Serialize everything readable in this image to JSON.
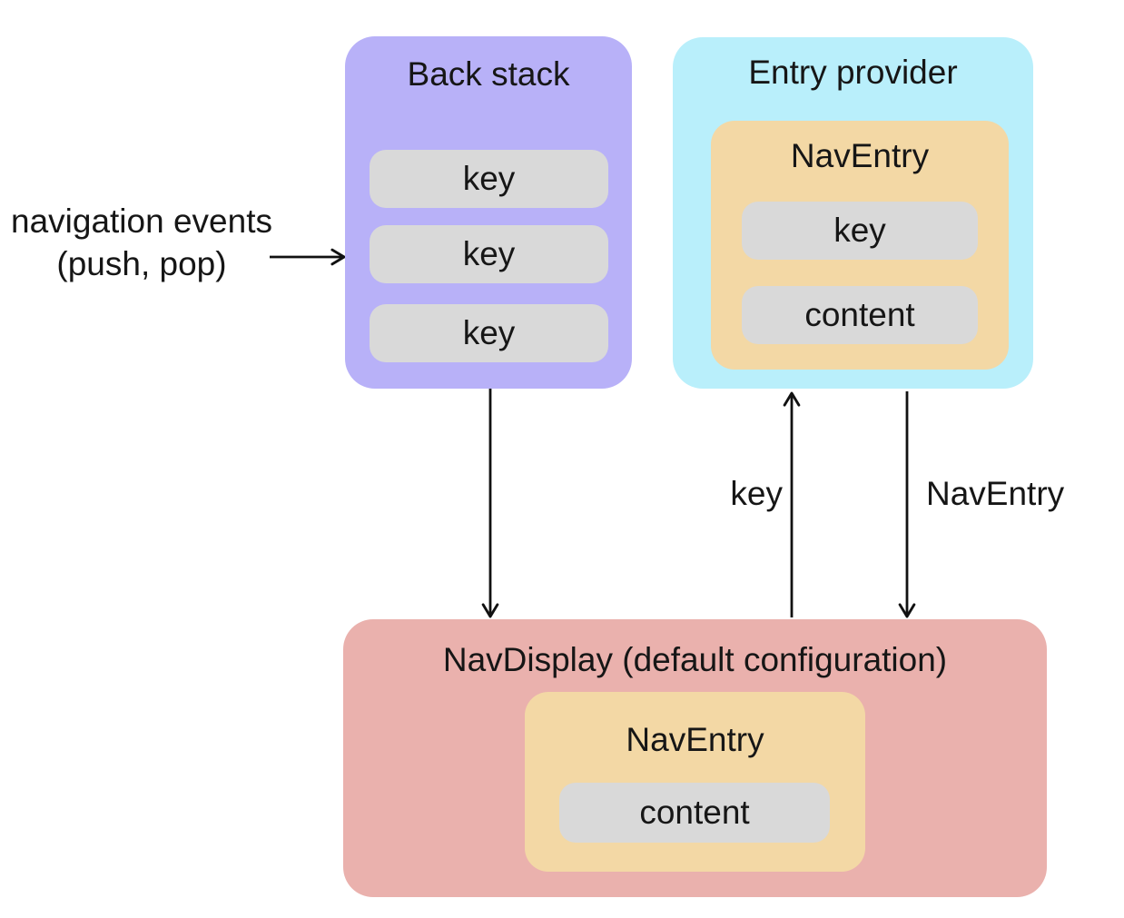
{
  "diagram": {
    "external_label": {
      "line1": "navigation events",
      "line2": "(push, pop)"
    },
    "back_stack": {
      "title": "Back stack",
      "keys": [
        "key",
        "key",
        "key"
      ]
    },
    "entry_provider": {
      "title": "Entry provider",
      "nav_entry": {
        "title": "NavEntry",
        "slots": [
          "key",
          "content"
        ]
      }
    },
    "nav_display": {
      "title": "NavDisplay (default configuration)",
      "nav_entry": {
        "title": "NavEntry",
        "slots": [
          "content"
        ]
      }
    },
    "arrow_labels": {
      "key": "key",
      "nav_entry": "NavEntry"
    },
    "colors": {
      "back_stack_fill": "#b8b1f8",
      "entry_provider_fill": "#b9effb",
      "nav_entry_fill": "#f3d8a5",
      "nav_display_fill": "#eab1ad",
      "pill_fill": "#d9d9d9",
      "arrow_stroke": "#111111",
      "text": "#161616",
      "background": "#ffffff"
    }
  }
}
